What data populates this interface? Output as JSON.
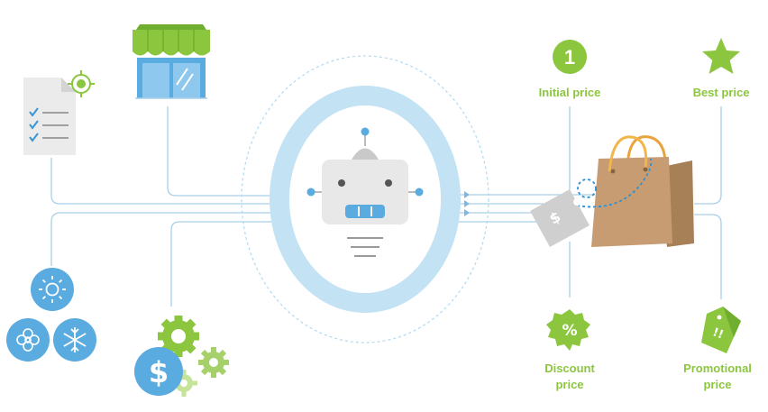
{
  "colors": {
    "line": "#a9cfe8",
    "accent_blue": "#5aabe0",
    "ring": "#c3e3f5",
    "green": "#8cc63f",
    "dark_green": "#6fae2e",
    "bag": "#c79c72",
    "robot": "#e8e8e8"
  },
  "labels": {
    "initial_price": "Initial price",
    "best_price": "Best price",
    "discount_price": [
      "Discount",
      "price"
    ],
    "promotional_price": [
      "Promotional",
      "price"
    ]
  },
  "badges": {
    "initial_number": "1",
    "discount_symbol": "%",
    "promo_symbol": "!!",
    "tag_symbol": "$",
    "coin_symbol": "$"
  },
  "icons": [
    "document-target-icon",
    "storefront-icon",
    "weather-icons",
    "gears-coin-icon",
    "robot-icon",
    "shopping-bags-icon",
    "price-tag-icon",
    "number-one-badge-icon",
    "star-icon",
    "percent-badge-icon",
    "promo-tag-icon"
  ]
}
